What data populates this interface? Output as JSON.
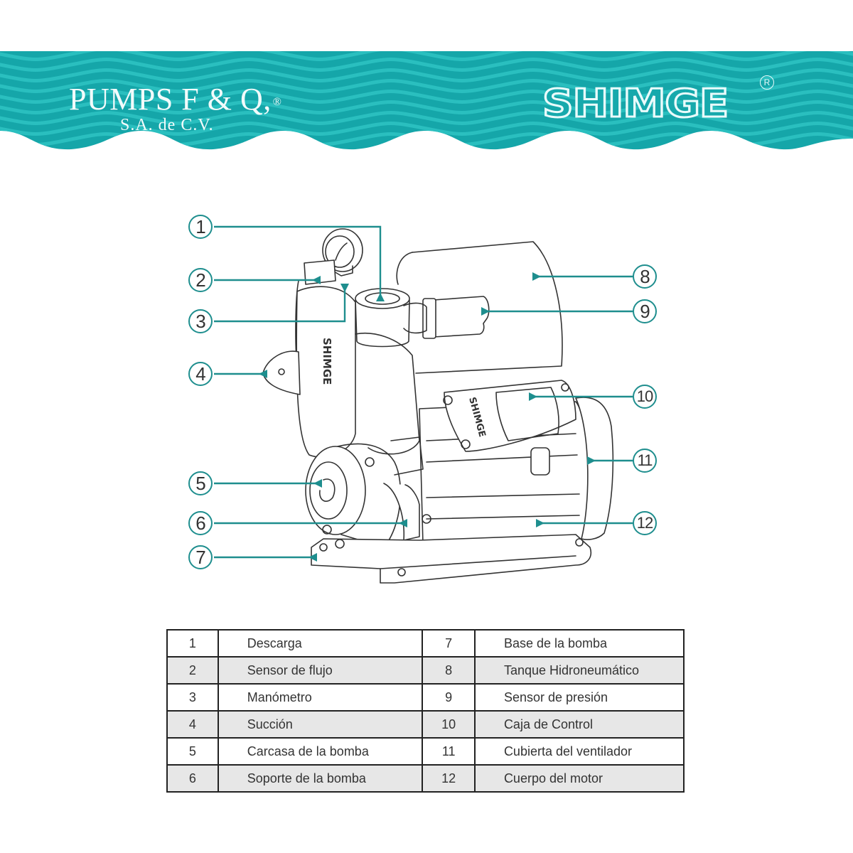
{
  "banner": {
    "brand_left": {
      "name": "PUMPS F & Q,",
      "registered": "®",
      "subtitle": "S.A. de C.V."
    },
    "brand_right": {
      "name": "SHIMGE",
      "registered": "R"
    },
    "colors": {
      "teal": "#15a6a9",
      "teal_light": "#2ec3c4",
      "text": "#f2fbfb"
    }
  },
  "diagram": {
    "callouts": [
      "1",
      "2",
      "3",
      "4",
      "5",
      "6",
      "7",
      "8",
      "9",
      "10",
      "11",
      "12"
    ],
    "pump_brand_text": "SHIMGE",
    "leader_color": "#1e8e8e"
  },
  "table": {
    "rows": [
      {
        "left_num": "1",
        "left_label": "Descarga",
        "right_num": "7",
        "right_label": "Base de la bomba"
      },
      {
        "left_num": "2",
        "left_label": "Sensor de flujo",
        "right_num": "8",
        "right_label": "Tanque Hidroneumático"
      },
      {
        "left_num": "3",
        "left_label": "Manómetro",
        "right_num": "9",
        "right_label": "Sensor de presión"
      },
      {
        "left_num": "4",
        "left_label": "Succión",
        "right_num": "10",
        "right_label": "Caja de Control"
      },
      {
        "left_num": "5",
        "left_label": "Carcasa de la bomba",
        "right_num": "11",
        "right_label": "Cubierta del ventilador"
      },
      {
        "left_num": "6",
        "left_label": "Soporte de la bomba",
        "right_num": "12",
        "right_label": "Cuerpo del motor"
      }
    ]
  }
}
